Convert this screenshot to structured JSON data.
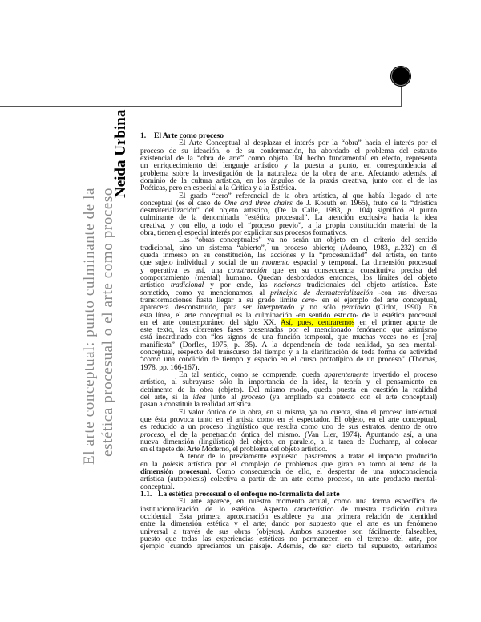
{
  "author": "Neida Urbina",
  "title_lines": [
    "El arte conceptual: punto culminante de la",
    "estética procesual o el arte como proceso"
  ],
  "sections": [
    {
      "type": "heading",
      "num": "1.",
      "text": "El Arte como proceso"
    },
    {
      "type": "para",
      "lines": [
        [
          {
            "t": "El Arte Conceptual al desplazar el interés por la “obra” hacia el interés por el"
          }
        ],
        [
          {
            "t": "proceso de su ideación, o de su conformación, ha abordado el problema del estatuto"
          }
        ],
        [
          {
            "t": "existencial de la “obra de arte” como objeto.  Tal hecho fundamental en efecto, representa"
          }
        ],
        [
          {
            "t": "un enriquecimiento del lenguaje artístico y la puesta a punto, en correspondencia al"
          }
        ],
        [
          {
            "t": "problema sobre la investigación de la naturaleza de la obra de arte. Afectando además, al"
          }
        ],
        [
          {
            "t": "dominio de la cultura artística, en los ángulos de la praxis creativa, junto con el de las"
          }
        ],
        [
          {
            "t": "Poéticas, pero en especial a la Crítica y a la Estética."
          }
        ]
      ]
    },
    {
      "type": "para",
      "lines": [
        [
          {
            "t": "El grado “cero” referencial de la obra artística, al que había llegado el arte"
          }
        ],
        [
          {
            "t": "conceptual (es el caso de "
          },
          {
            "t": "One and three chairs",
            "s": "i"
          },
          {
            "t": " de J. Kosuth en 1965), fruto de la “drástica"
          }
        ],
        [
          {
            "t": "desmaterialización” del objeto artístico, (De la Calle, 1983, "
          },
          {
            "t": "p.",
            "s": "i"
          },
          {
            "t": " 104) significó el punto"
          }
        ],
        [
          {
            "t": "culminante de la denominada “estética procesual”.  La atención exclusiva hacia la idea"
          }
        ],
        [
          {
            "t": "creativa, y con ello, a todo el “proceso previo”, a la propia constitución material de la"
          }
        ],
        [
          {
            "t": "obra, tienen el especial interés por explicitar sus procesos formativos."
          }
        ]
      ]
    },
    {
      "type": "para",
      "lines": [
        [
          {
            "t": "Las “obras conceptuales” ya no serán un objeto en el criterio del sentido"
          }
        ],
        [
          {
            "t": "tradicional, sino un sistema “abierto”, un proceso abierto; (Adorno, 1983, "
          },
          {
            "t": "p.",
            "s": "i"
          },
          {
            "t": "232) en él"
          }
        ],
        [
          {
            "t": "queda inmerso en su constitución, las acciones y la “procesualidad” del artista, en tanto"
          }
        ],
        [
          {
            "t": "que sujeto individual y social de un "
          },
          {
            "t": "momento",
            "s": "i"
          },
          {
            "t": " espacial y temporal.  La dimensión procesual"
          }
        ],
        [
          {
            "t": "y operativa es así, una "
          },
          {
            "t": "construcción",
            "s": "i"
          },
          {
            "t": " que en su consecuencia constitutiva precisa del"
          }
        ],
        [
          {
            "t": "comportamiento (mental) humano. Quedan desbordados entonces, los límites del objeto"
          }
        ],
        [
          {
            "t": "artístico "
          },
          {
            "t": "tradicional",
            "s": "i"
          },
          {
            "t": " y por ende, las "
          },
          {
            "t": "nociones",
            "s": "i"
          },
          {
            "t": " tradicionales del objeto artístico. Este"
          }
        ],
        [
          {
            "t": "sometido, como ya mencionamos, al "
          },
          {
            "t": "principio de desmaterialización",
            "s": "i"
          },
          {
            "t": " -con sus diversas"
          }
        ],
        [
          {
            "t": "transformaciones hasta llegar a su grado límite "
          },
          {
            "t": "cero",
            "s": "i"
          },
          {
            "t": "- en el ejemplo del arte conceptual,"
          }
        ],
        [
          {
            "t": "aparecerá desconstruído, para ser "
          },
          {
            "t": "interpretado",
            "s": "i"
          },
          {
            "t": " y no sólo "
          },
          {
            "t": "percibido",
            "s": "i"
          },
          {
            "t": " (Cirlot, 1990). En"
          }
        ],
        [
          {
            "t": "esta línea, el arte conceptual es la culminación -en sentido estricto- de la estética procesual"
          }
        ],
        [
          {
            "t": "en el arte contemporáneo del siglo XX. "
          },
          {
            "t": "Así, pues, centraremos",
            "s": "h"
          },
          {
            "t": " en el primer aparte de"
          }
        ],
        [
          {
            "t": "este texto, las diferentes fases presentadas por el mencionado fenómeno que asimismo"
          }
        ],
        [
          {
            "t": "está incardinado con “los signos de una función temporal, que muchas veces no es [era]"
          }
        ],
        [
          {
            "t": "manifiesta” (Dorfles, 1975, p. 35).  A la dependencia de toda realidad, ya sea mental-"
          }
        ],
        [
          {
            "t": "conceptual, respecto del transcurso del tiempo y a la clarificación de toda forma de actividad"
          }
        ],
        [
          {
            "t": "“como una condición de tiempo y espacio en el curso prototípico de un proceso” (Thomas,"
          }
        ],
        [
          {
            "t": "1978, pp. 166-167)."
          }
        ]
      ]
    },
    {
      "type": "para",
      "lines": [
        [
          {
            "t": "En tal sentido, como se comprende, queda "
          },
          {
            "t": "aparentemente",
            "s": "i"
          },
          {
            "t": " invertido el proceso"
          }
        ],
        [
          {
            "t": "artístico, al subrayarse sólo la importancia de la idea, la teoría y el pensamiento en"
          }
        ],
        [
          {
            "t": "detrimento de la obra (objeto).  Del mismo modo, queda puesta en cuestión la realidad"
          }
        ],
        [
          {
            "t": "del arte, si la "
          },
          {
            "t": "idea",
            "s": "i"
          },
          {
            "t": " junto al "
          },
          {
            "t": "proceso",
            "s": "i"
          },
          {
            "t": " (ya ampliado su contexto con el arte conceptual)"
          }
        ],
        [
          {
            "t": "pasan a constituir la realidad artística."
          }
        ]
      ]
    },
    {
      "type": "para",
      "lines": [
        [
          {
            "t": "El valor óntico de la obra, en sí misma, ya no cuenta, sino el proceso intelectual"
          }
        ],
        [
          {
            "t": "que ésta provoca tanto en el artista como en el espectador. El objeto, en el arte conceptual,"
          }
        ],
        [
          {
            "t": "es reducido a un proceso lingüístico que resulta como uno de sus estratos, dentro de otro"
          }
        ],
        [
          {
            "t": "proceso",
            "s": "i"
          },
          {
            "t": ", el de la penetración óntica del mismo. (Van Lier, 1974).  Apuntando así, a una"
          }
        ],
        [
          {
            "t": "nueva dimensión (lingüística) del objeto, en paralelo, a la tarea de Duchamp, al colocar"
          }
        ],
        [
          {
            "t": "en el tapete del Arte Moderno, el problema del objeto artístico."
          }
        ]
      ]
    },
    {
      "type": "para",
      "lines": [
        [
          {
            "t": "A tenor de lo previamente expuesto¨ pasaremos a tratar el impacto producido"
          }
        ],
        [
          {
            "t": "en la "
          },
          {
            "t": "poiesis",
            "s": "i"
          },
          {
            "t": " artística por el complejo de problemas que giran en torno al tema de la"
          }
        ],
        [
          {
            "t": "dimensión procesual",
            "s": "b"
          },
          {
            "t": ". Como consecuencia de ello, el despertar de una autoconsciencia"
          }
        ],
        [
          {
            "t": "artística (autopoiesis) colectiva a partir de un arte como proceso, un arte producto mental-"
          }
        ],
        [
          {
            "t": "conceptual."
          }
        ]
      ]
    },
    {
      "type": "heading",
      "num": "1.1.",
      "text": "La estética procesual o el enfoque no-formalista del arte"
    },
    {
      "type": "para",
      "open": true,
      "lines": [
        [
          {
            "t": "El arte aparece, en nuestro momento actual, como una forma específica de"
          }
        ],
        [
          {
            "t": "institucionalización de lo estético.  Aspecto característico de nuestra tradición cultura"
          }
        ],
        [
          {
            "t": "occidental. Esta primera aproximación establece ya una primera relación de identidad"
          }
        ],
        [
          {
            "t": "entre la dimensión estética y el arte; dando por supuesto que el arte es un fenómeno"
          }
        ],
        [
          {
            "t": "universal a través de sus obras (objetos). Ambos supuestos son fácilmente falseables,"
          }
        ],
        [
          {
            "t": "puesto que todas las experiencias estéticas no permanecen en el terreno del arte, por"
          }
        ],
        [
          {
            "t": "ejemplo cuando apreciamos un paisaje. Además, de ser cierto tal supuesto, estaríamos"
          }
        ]
      ]
    }
  ]
}
